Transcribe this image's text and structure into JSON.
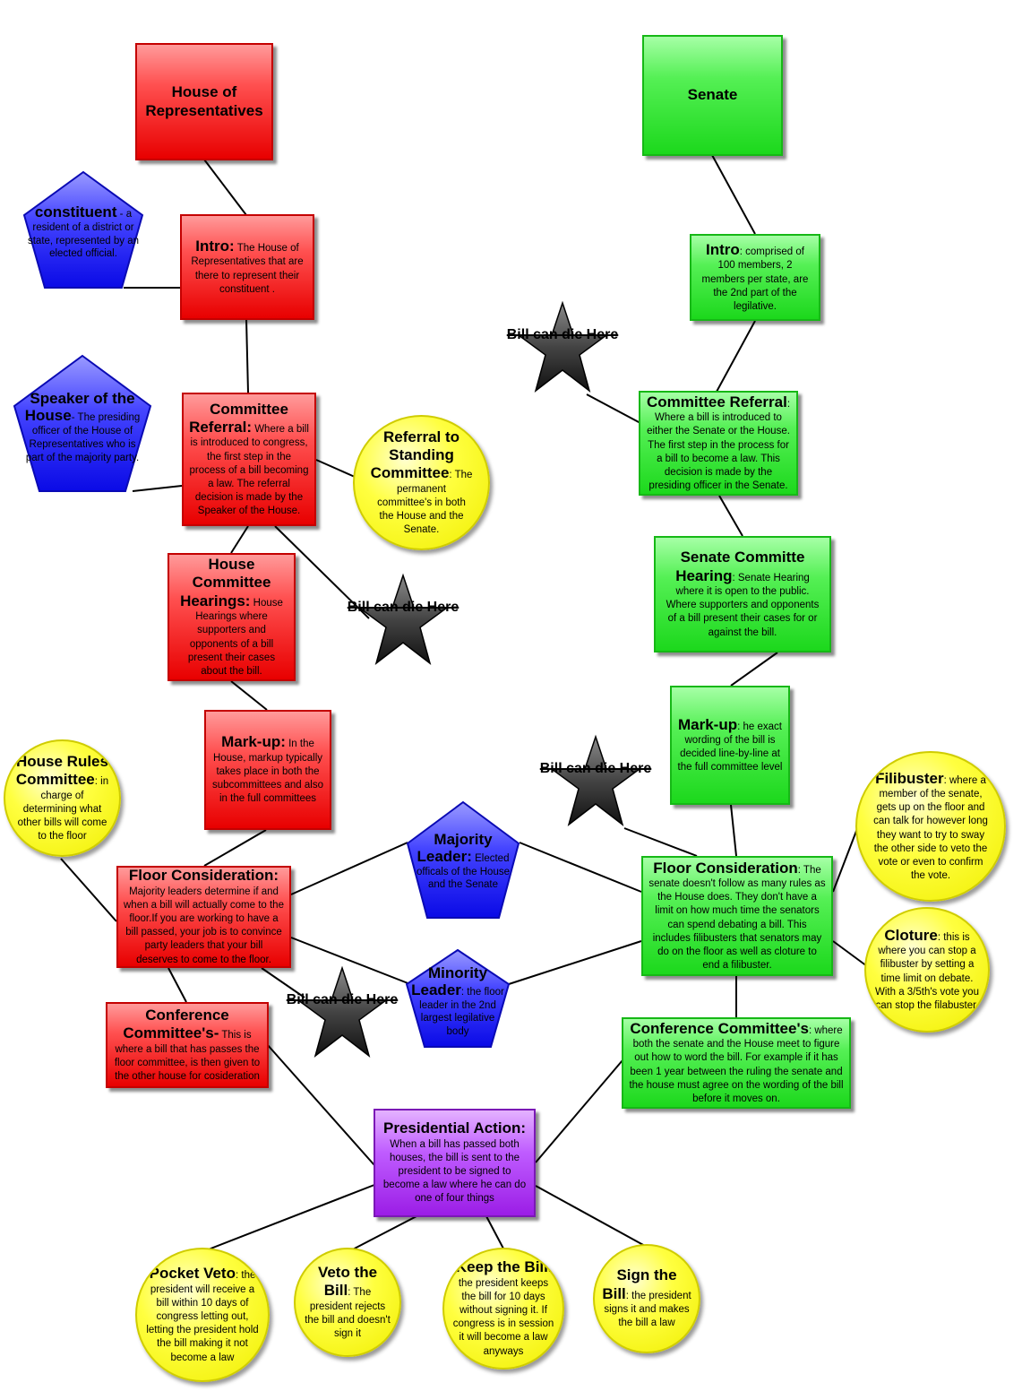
{
  "house": {
    "title": "House of Representatives",
    "intro": {
      "title": "Intro:",
      "text": " The House of Representatives that are there to represent their constituent ."
    },
    "referral": {
      "title": "Committee Referral:",
      "text": " Where a bill is introduced to congress, the first step in the process of a bill becoming a law. The referral decision is made by the Speaker of the House."
    },
    "hearings": {
      "title": "House Committee Hearings:",
      "text": " House Hearings where supporters and opponents of a bill present their cases about the bill."
    },
    "markup": {
      "title": "Mark-up:",
      "text": " In the House, markup typically takes place in both the subcommittees and also in the full committees"
    },
    "floor": {
      "title": "Floor Consideration:",
      "text": " Majority leaders determine if and when a bill will actually come to the floor.If you are working to have a bill passed, your job is to convince party leaders that your bill deserves to come to the floor."
    },
    "conference": {
      "title": "Conference Committee's-",
      "text": " This is where a bill that has passes the floor committee, is then given to the other house for cosideration"
    }
  },
  "senate": {
    "title": "Senate",
    "intro": {
      "title": "Intro",
      "text": ": comprised of 100 members, 2 members per state, are the 2nd part of the legilative."
    },
    "referral": {
      "title": "Committee Referral",
      "text": ": Where a bill is introduced to either the Senate or the House. The first step in the process for a bill to become a law. This decision is made by the presiding officer in the Senate."
    },
    "hearing": {
      "title": "Senate Committe Hearing",
      "text": ":  Senate Hearing where it is open to the public. Where supporters and opponents of a bill present their cases for or against the bill."
    },
    "markup": {
      "title": "Mark-up",
      "text": ": he exact wording of the bill is decided line-by-line at the full committee level"
    },
    "floor": {
      "title": "Floor Consideration",
      "text": ": The senate doesn't follow as many rules as the House does. They don't have a limit on how much time the senators can spend debating a bill. This includes filibusters that senators may do on the floor as well as cloture to end a filibuster."
    },
    "conference": {
      "title": "Conference Committee's",
      "text": ": where both the senate and the House meet to figure out how to word the bill. For example if it has been 1 year between the ruling the senate and the house must agree on the wording of the bill before it moves on."
    }
  },
  "presidential": {
    "title": "Presidential Action:",
    "text": " When a bill has passed both houses, the bill is sent to the president to be signed to become a law where he can do one of four things"
  },
  "pentagons": {
    "constituent": {
      "title": "constituent",
      "text": " - a resident of a district or state, represented by an elected official."
    },
    "speaker": {
      "title": "Speaker of the House",
      "text": "- The presiding officer of the House of Representatives who is part of the majority party."
    },
    "majority": {
      "title": "Majority Leader:",
      "text": " Elected officals of the House and the Senate"
    },
    "minority": {
      "title": "Minority Leader",
      "text": ": the floor leader in the 2nd largest legilative body"
    }
  },
  "circles": {
    "referral_standing": {
      "title": "Referral to Standing Committee",
      "text": ": The permanent committee's in both the House and the Senate."
    },
    "rules": {
      "title": "House Rules Committee",
      "text": ": in charge of determining what other bills will come to the floor"
    },
    "filibuster": {
      "title": "Filibuster",
      "text": ": where a member of the senate, gets up on the floor and can talk for however long they want to try to sway the other side to veto the vote or even to confirm the vote."
    },
    "cloture": {
      "title": "Cloture",
      "text": ": this is where you can stop a filibuster by setting a time limit on debate. With a 3/5th's vote you can stop the filabuster."
    },
    "pocket_veto": {
      "title": "Pocket Veto",
      "text": ": the president will receive a bill within 10 days of congress letting out, letting the president hold the bill making it not become a law"
    },
    "veto": {
      "title": "Veto the Bill",
      "text": ": The president rejects the bill and doesn't sign it"
    },
    "keep": {
      "title": "Keep the Bill",
      "text": ": the president keeps the bill for 10 days without signing it. If congress is in session it will become a law anyways"
    },
    "sign": {
      "title": "Sign the Bill",
      "text": ": the president signs it and makes the bill a law"
    }
  },
  "stars": {
    "label": "Bill can die Here"
  },
  "colors": {
    "house": "#ff2a2a",
    "senate": "#33ee33",
    "president": "#b040f0",
    "leaders": "#1515ee",
    "definitions": "#ffff33",
    "death": "#444444"
  }
}
